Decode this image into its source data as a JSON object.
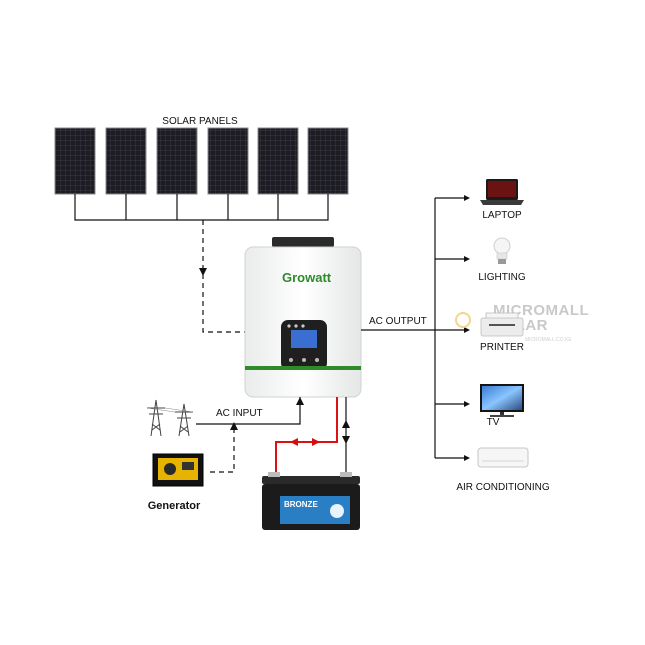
{
  "labels": {
    "solar_panels": "SOLAR PANELS",
    "ac_output": "AC OUTPUT",
    "ac_input": "AC INPUT",
    "generator": "Generator",
    "laptop": "LAPTOP",
    "lighting": "LIGHTING",
    "printer": "PRINTER",
    "tv": "TV",
    "air_conditioning": "AIR CONDITIONING"
  },
  "inverter": {
    "brand": "Growatt"
  },
  "battery": {
    "brand": "BRONZE"
  },
  "watermark": {
    "line1": "MICROMALL",
    "line2": "SOLAR",
    "line3": "MICROMALL.CO.KE"
  },
  "solar_panel_count": 6,
  "colors": {
    "inverter_green": "#2f8a2a",
    "battery_blue": "#2a7fc4",
    "dc_red": "#d11111",
    "panel_dark": "#1c1c22"
  }
}
